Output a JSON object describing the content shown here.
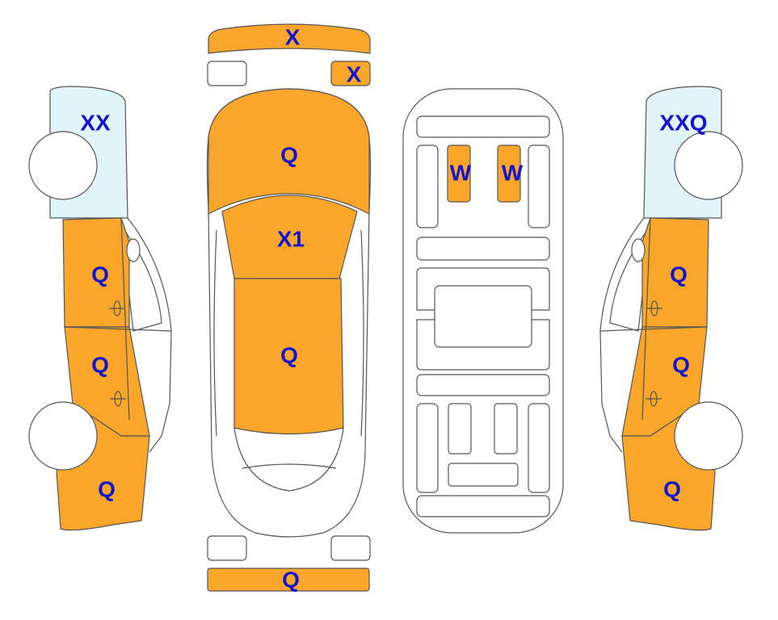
{
  "colors": {
    "damage": "#F9A62A",
    "glass": "#E0F4FA",
    "neutral": "#FFFFFF",
    "outline": "#555555",
    "label": "#1414CC"
  },
  "labels": {
    "front_bumper_top": "X",
    "front_right_light": "X",
    "left_windshield": "XX",
    "hood": "Q",
    "windshield": "X1",
    "roof": "Q",
    "left_front_door": "Q",
    "left_rear_door": "Q",
    "left_rear_quarter": "Q",
    "under_left": "W",
    "under_right": "W",
    "right_windshield": "XXQ",
    "right_front_door": "Q",
    "right_rear_door": "Q",
    "right_rear_quarter": "Q",
    "rear_bumper": "Q"
  }
}
